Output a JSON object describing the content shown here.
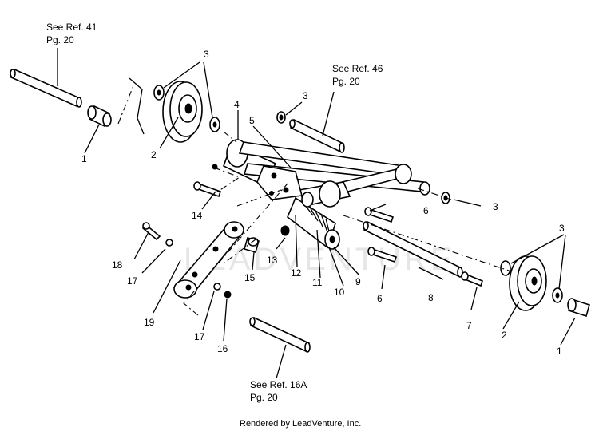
{
  "refs": {
    "ref41_line1": "See Ref. 41",
    "ref41_line2": "Pg. 20",
    "ref46_line1": "See Ref. 46",
    "ref46_line2": "Pg. 20",
    "ref16a_line1": "See Ref. 16A",
    "ref16a_line2": "Pg. 20"
  },
  "callouts": {
    "c1a": "1",
    "c1b": "1",
    "c2a": "2",
    "c2b": "2",
    "c3a": "3",
    "c3b": "3",
    "c3c": "3",
    "c3d": "3",
    "c4": "4",
    "c5": "5",
    "c6a": "6",
    "c6b": "6",
    "c7": "7",
    "c8": "8",
    "c9": "9",
    "c10": "10",
    "c11": "11",
    "c12": "12",
    "c13": "13",
    "c14": "14",
    "c15": "15",
    "c16": "16",
    "c17a": "17",
    "c17b": "17",
    "c18": "18",
    "c19": "19"
  },
  "watermark": "LEADVENTURE",
  "footer": "Rendered by LeadVenture, Inc."
}
